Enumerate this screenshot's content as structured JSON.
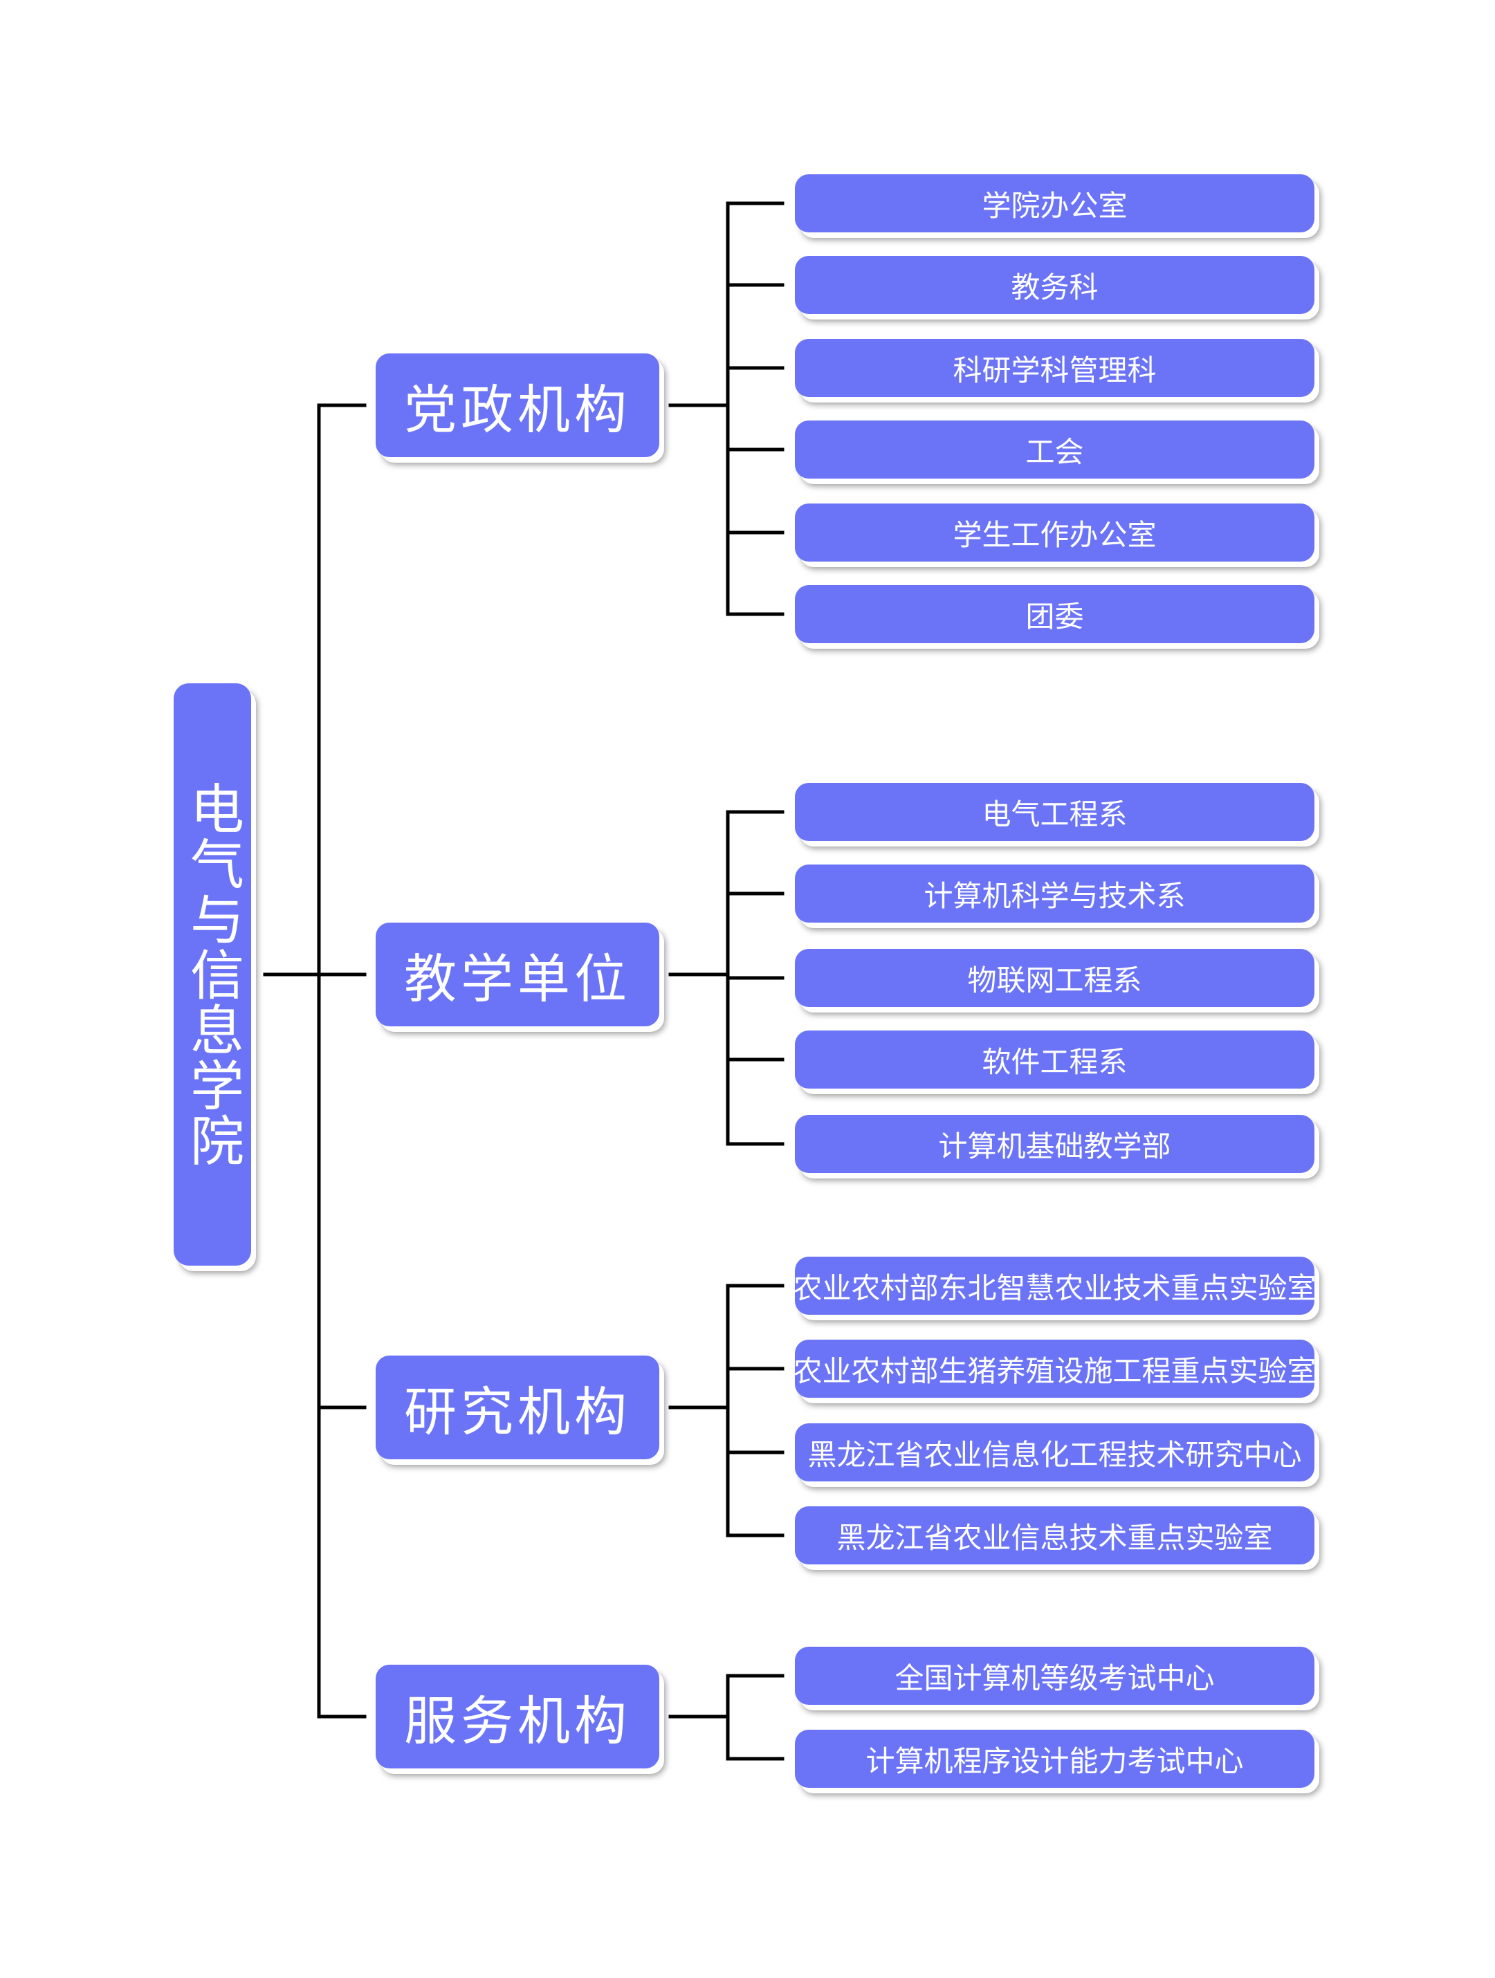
{
  "root": {
    "label": "电气与信息学院"
  },
  "categories": [
    {
      "label": "党政机构",
      "items": [
        "学院办公室",
        "教务科",
        "科研学科管理科",
        "工会",
        "学生工作办公室",
        "团委"
      ]
    },
    {
      "label": "教学单位",
      "items": [
        "电气工程系",
        "计算机科学与技术系",
        "物联网工程系",
        "软件工程系",
        "计算机基础教学部"
      ]
    },
    {
      "label": "研究机构",
      "items": [
        "农业农村部东北智慧农业技术重点实验室",
        "农业农村部生猪养殖设施工程重点实验室",
        "黑龙江省农业信息化工程技术研究中心",
        "黑龙江省农业信息技术重点实验室"
      ]
    },
    {
      "label": "服务机构",
      "items": [
        "全国计算机等级考试中心",
        "计算机程序设计能力考试中心"
      ]
    }
  ],
  "colors": {
    "node_fill": "#6b74f7",
    "node_text": "#ffffff",
    "connector": "#000000"
  }
}
